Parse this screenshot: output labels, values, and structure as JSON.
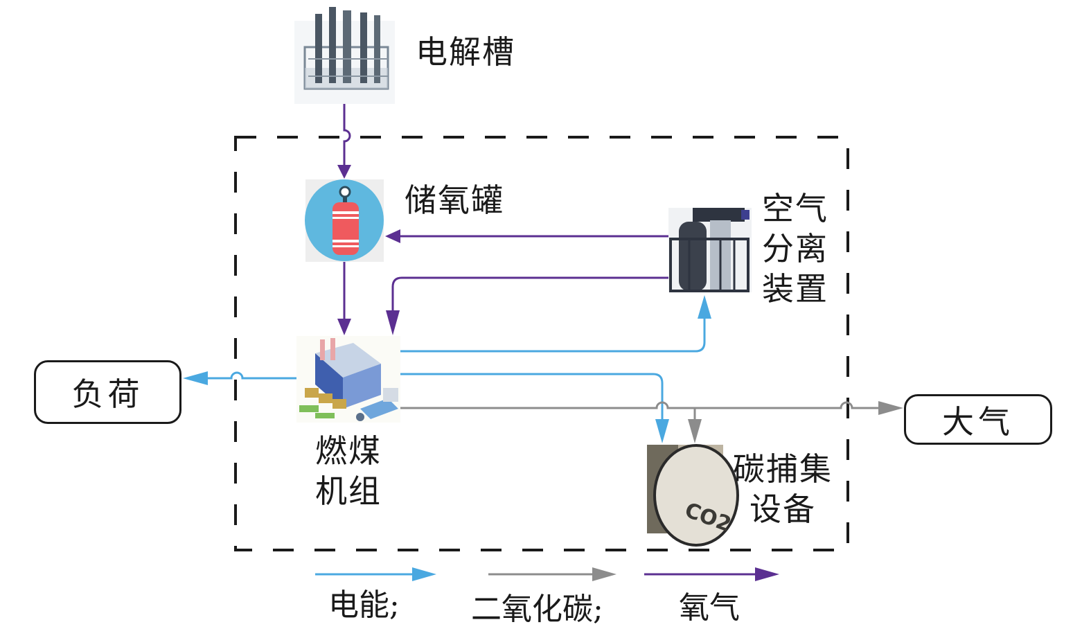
{
  "title": "电解槽-富氧燃烧碳捕集系统示意图",
  "nodes": {
    "electrolyzer": {
      "label": "电解槽",
      "icon": "electrolyzer-icon"
    },
    "oxygen_tank": {
      "label": "储氧罐",
      "icon": "oxygen-cylinder-icon"
    },
    "air_separation": {
      "label_lines": [
        "空气",
        "分离",
        "装置"
      ],
      "icon": "air-separation-unit-icon"
    },
    "coal_plant": {
      "label_lines": [
        "燃煤",
        "机组"
      ],
      "icon": "coal-power-plant-icon"
    },
    "carbon_capture": {
      "label_lines": [
        "碳捕集",
        "设备"
      ],
      "icon": "co2-capture-icon",
      "icon_text": "CO2"
    },
    "load": {
      "label": "负荷"
    },
    "atmosphere": {
      "label": "大气"
    }
  },
  "flows": [
    {
      "from": "electrolyzer",
      "to": "oxygen_tank",
      "type": "oxygen"
    },
    {
      "from": "air_separation",
      "to": "oxygen_tank",
      "type": "oxygen"
    },
    {
      "from": "oxygen_tank",
      "to": "coal_plant",
      "type": "oxygen"
    },
    {
      "from": "air_separation",
      "to": "coal_plant",
      "type": "oxygen"
    },
    {
      "from": "coal_plant",
      "to": "air_separation",
      "type": "electricity"
    },
    {
      "from": "coal_plant",
      "to": "load",
      "type": "electricity"
    },
    {
      "from": "coal_plant",
      "to": "carbon_capture",
      "type": "electricity"
    },
    {
      "from": "coal_plant",
      "to": "carbon_capture",
      "type": "co2"
    },
    {
      "from": "coal_plant",
      "to": "atmosphere",
      "type": "co2"
    }
  ],
  "legend": [
    {
      "type": "electricity",
      "label": "电能;",
      "color": "#4aa8e0"
    },
    {
      "type": "co2",
      "label": "二氧化碳;",
      "color": "#8c8c8c"
    },
    {
      "type": "oxygen",
      "label": "氧气",
      "color": "#5b2f91"
    }
  ],
  "colors": {
    "electricity": "#4aa8e0",
    "co2": "#8c8c8c",
    "oxygen": "#5b2f91",
    "boundary": "#1a1a1a",
    "tank_circle": "#5fb8df",
    "tank_body": "#ef5a5e"
  }
}
